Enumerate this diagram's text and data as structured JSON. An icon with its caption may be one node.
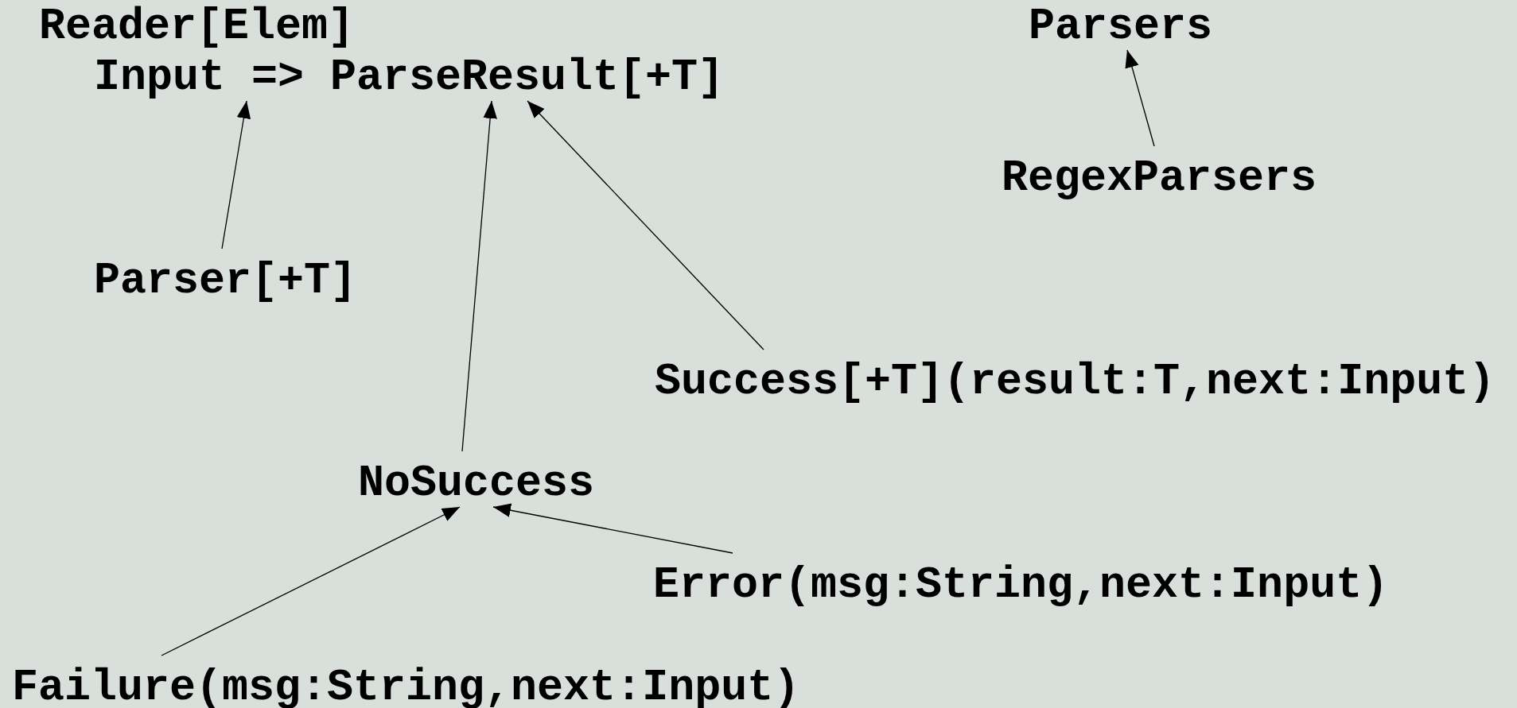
{
  "diagram": {
    "nodes": [
      {
        "text": [
          "Input => ParseResult[+T]"
        ]
      },
      {
        "text": [
          "Parsers"
        ]
      },
      {
        "text": [
          "RegexParsers"
        ]
      },
      {
        "text": [
          "Parser[+T]"
        ]
      },
      {
        "text": [
          "Success[+T](result:T,next:Input)"
        ]
      },
      {
        "text": [
          "NoSuccess"
        ]
      },
      {
        "text": [
          "Error(msg:String,next:Input)"
        ]
      },
      {
        "text": [
          "Failure(msg:String,next:Input)"
        ]
      }
    ],
    "edges": [
      {
        "from": 3,
        "to": 0,
        "arrow": "to"
      },
      {
        "from": 5,
        "to": 0,
        "arrow": "to"
      },
      {
        "from": 4,
        "to": 0,
        "arrow": "to"
      },
      {
        "from": 2,
        "to": 1,
        "arrow": "to"
      },
      {
        "from": 7,
        "to": 5,
        "arrow": "to"
      },
      {
        "from": 6,
        "to": 5,
        "arrow": "to"
      }
    ],
    "labels": [
      "Reader[Elem]"
    ]
  }
}
